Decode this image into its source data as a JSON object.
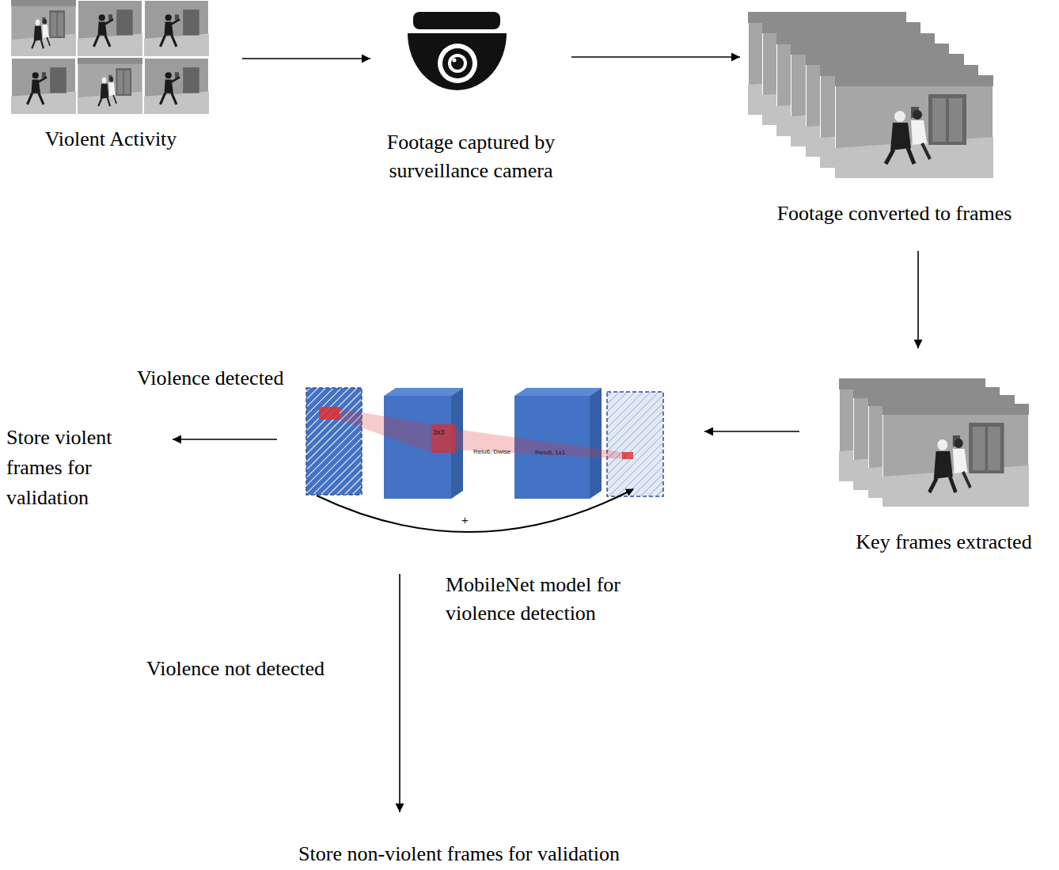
{
  "diagram": {
    "nodes": [
      {
        "text": [
          "Violent Activity"
        ]
      },
      {
        "text": [
          "Footage captured by surveillance camera"
        ]
      },
      {
        "text": [
          "Footage converted to frames"
        ]
      },
      {
        "text": [
          "Key frames extracted"
        ]
      },
      {
        "text": [
          "MobileNet model for violence detection"
        ]
      },
      {
        "text": [
          "Store violent frames for validation"
        ]
      },
      {
        "text": [
          "Store non-violent frames for validation"
        ]
      }
    ],
    "edges": [
      {
        "from": 0,
        "to": 1,
        "arrow": "to"
      },
      {
        "from": 1,
        "to": 2,
        "arrow": "to"
      },
      {
        "from": 2,
        "to": 3,
        "arrow": "to"
      },
      {
        "from": 3,
        "to": 4,
        "arrow": "to"
      },
      {
        "from": 4,
        "to": 5,
        "label": "Violence detected",
        "arrow": "to"
      },
      {
        "from": 4,
        "to": 6,
        "label": "Violence not detected",
        "arrow": "to"
      }
    ],
    "labels": [
      "3x3",
      "Relu6, Dwise",
      "Relu6, 1x1",
      "+"
    ]
  }
}
